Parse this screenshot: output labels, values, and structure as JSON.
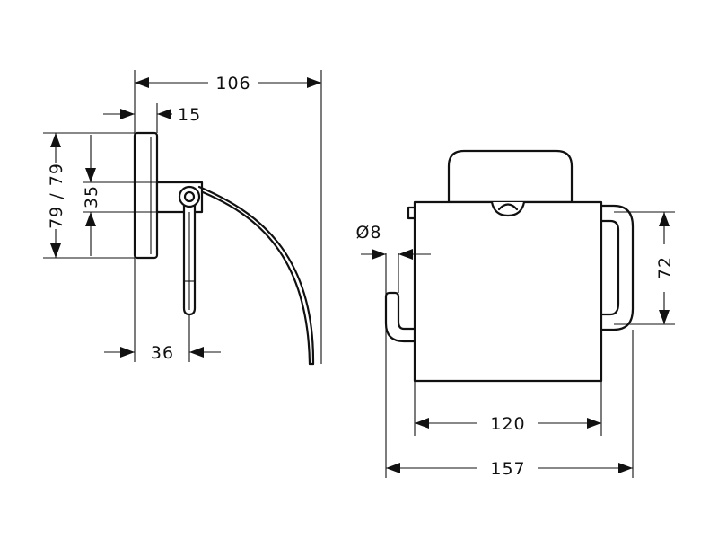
{
  "drawing": {
    "subject": "toilet paper holder with cover",
    "stroke_color": "#111111",
    "background_color": "#ffffff"
  },
  "side_view": {
    "dim_depth": "106",
    "dim_plate_thickness": "15",
    "dim_plate_height": "79 / 79",
    "dim_bracket_height": "35",
    "dim_arm_offset": "36"
  },
  "front_view": {
    "dim_rod_diameter": "Ø8",
    "dim_roll_height": "72",
    "dim_cover_width": "120",
    "dim_overall_width": "157"
  }
}
